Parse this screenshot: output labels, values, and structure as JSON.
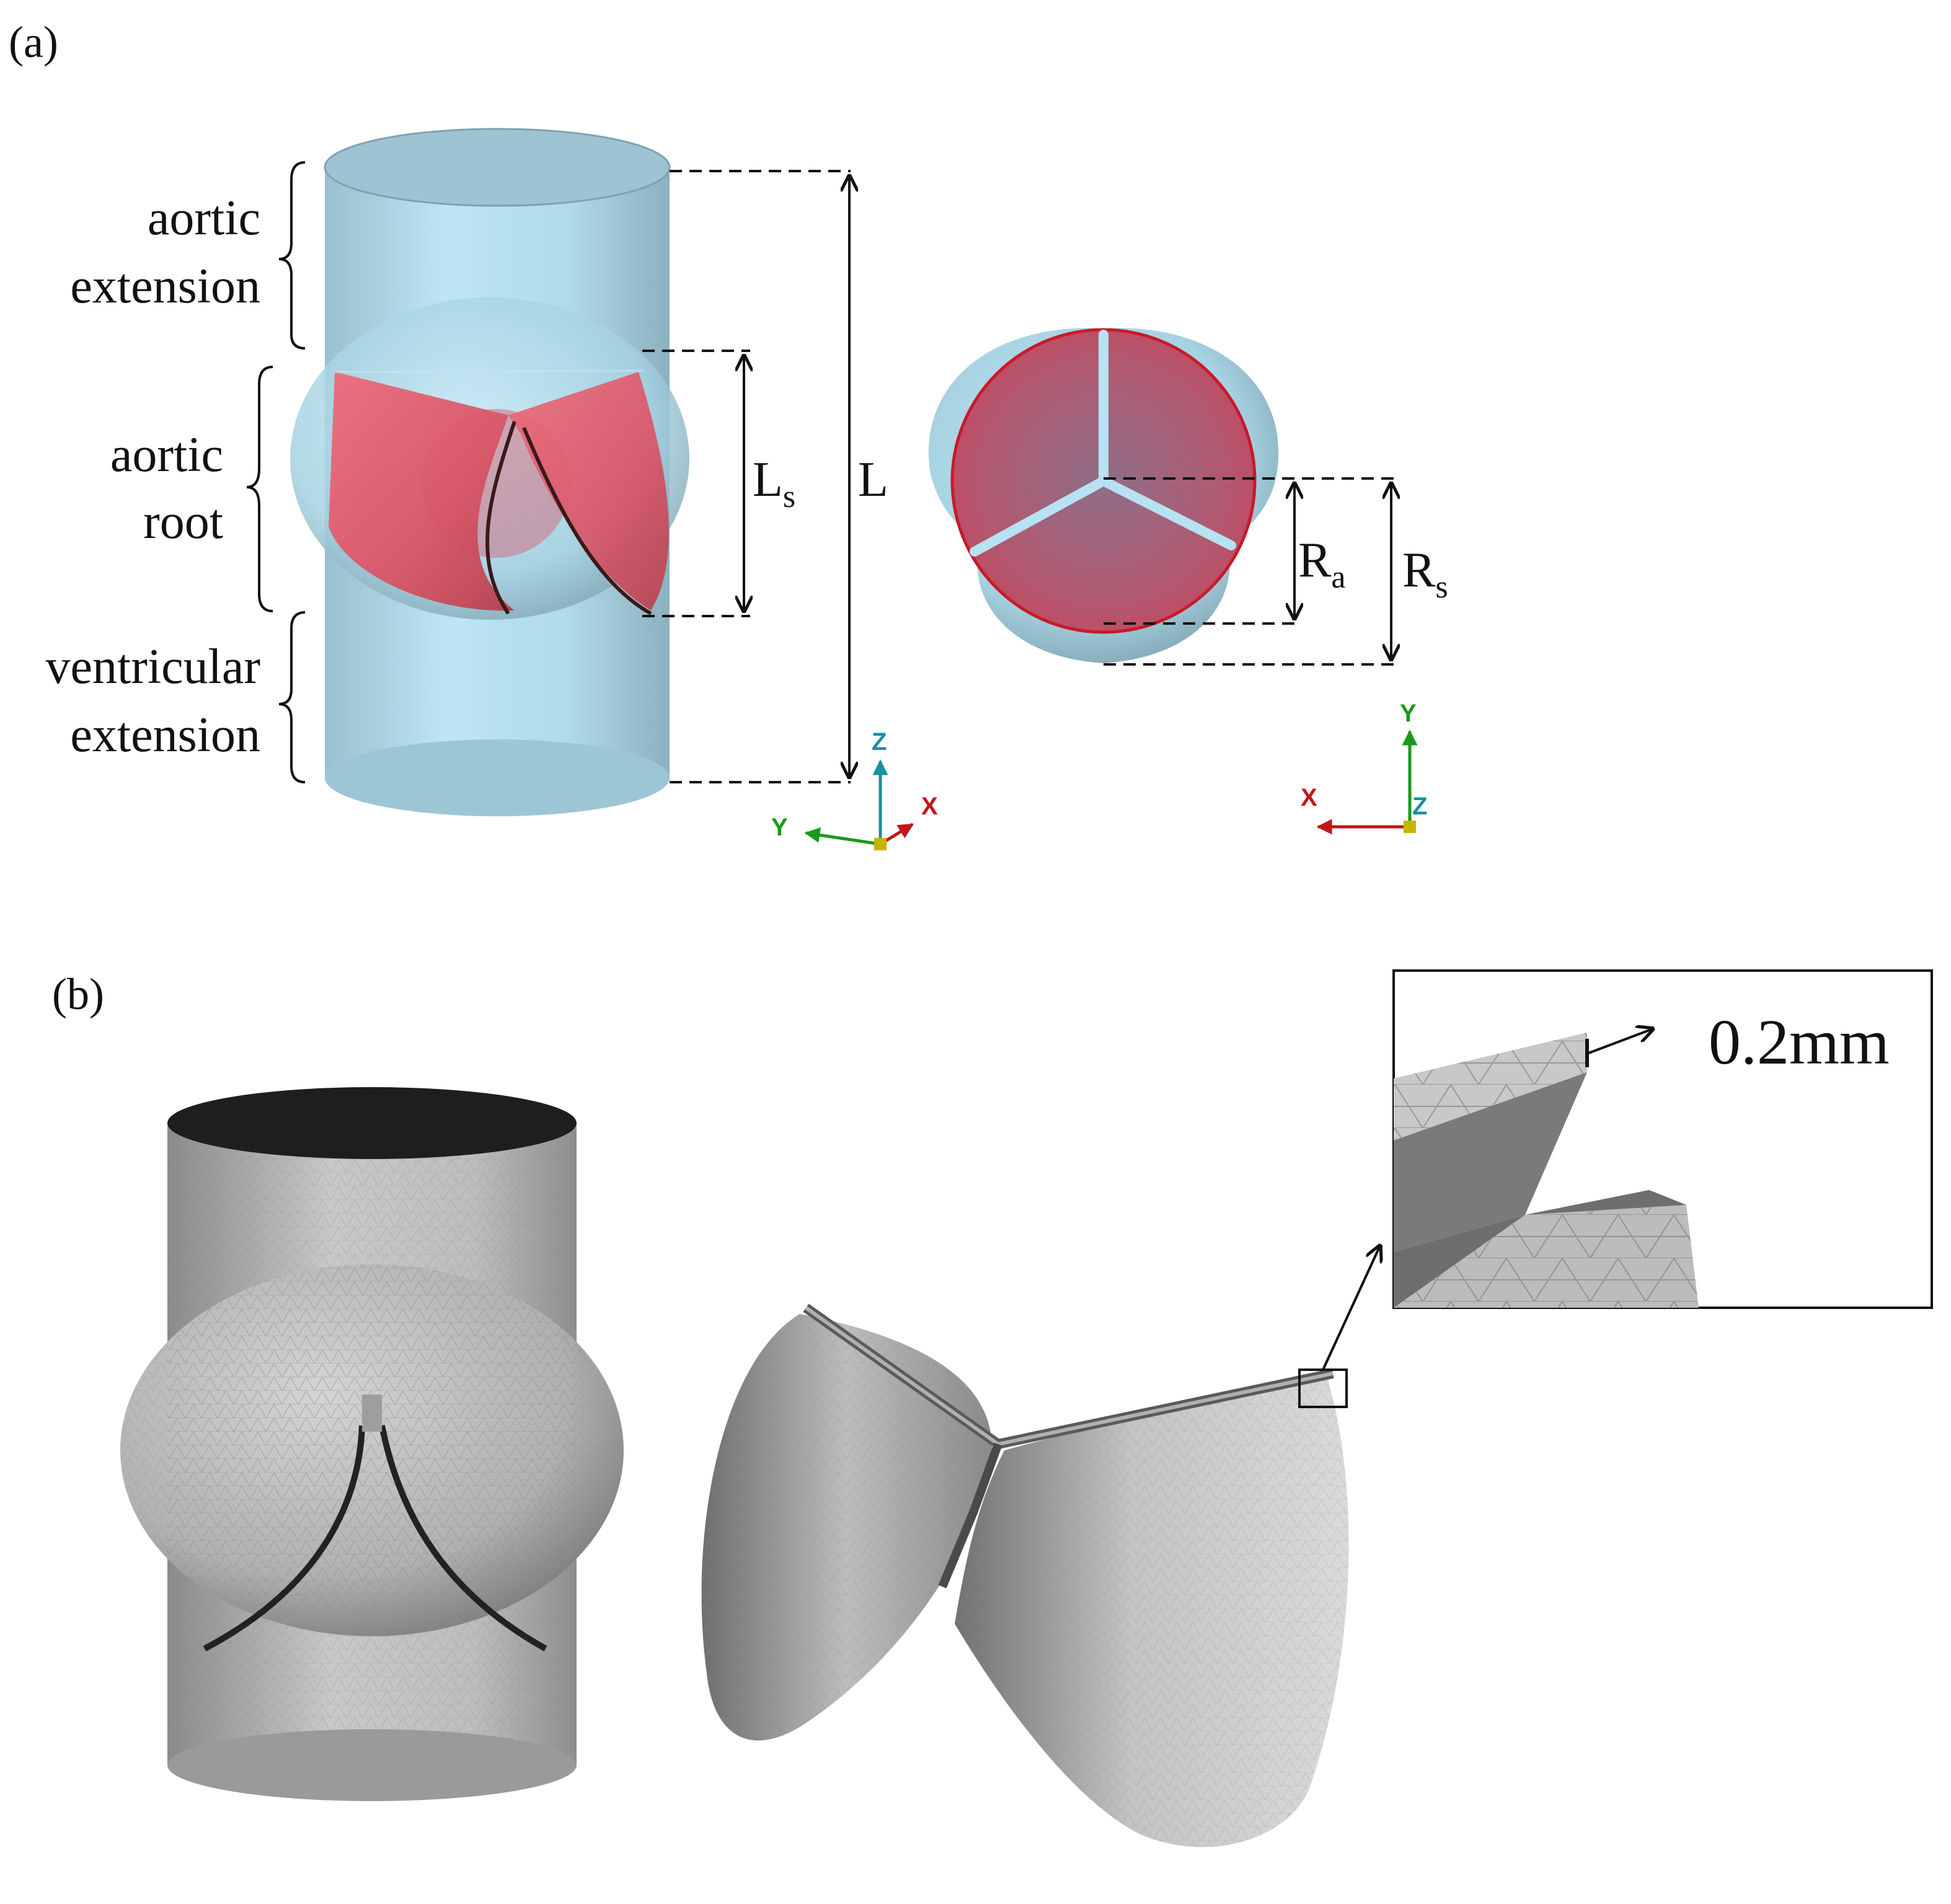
{
  "panels": {
    "a": {
      "label": "(a)",
      "regions": {
        "aortic_extension": [
          "aortic",
          "extension"
        ],
        "aortic_root": [
          "aortic",
          "root"
        ],
        "ventricular_extension": [
          "ventricular",
          "extension"
        ]
      },
      "dimensions": {
        "Ls": {
          "main": "L",
          "sub": "s"
        },
        "L": {
          "main": "L"
        },
        "Ra": {
          "main": "R",
          "sub": "a"
        },
        "Rs": {
          "main": "R",
          "sub": "s"
        }
      },
      "axes_left": {
        "z": "Z",
        "y": "Y",
        "x": "X"
      },
      "axes_right": {
        "y": "Y",
        "x": "X",
        "z": "Z"
      }
    },
    "b": {
      "label": "(b)",
      "inset_annotation": "0.2mm"
    }
  },
  "colors": {
    "vessel": "#a9d8ea",
    "leaflet": "#e05a6a",
    "mesh_gray": "#b8b8b8",
    "axis_x": "#d01818",
    "axis_y": "#1a9a1a",
    "axis_z": "#1890a0"
  }
}
